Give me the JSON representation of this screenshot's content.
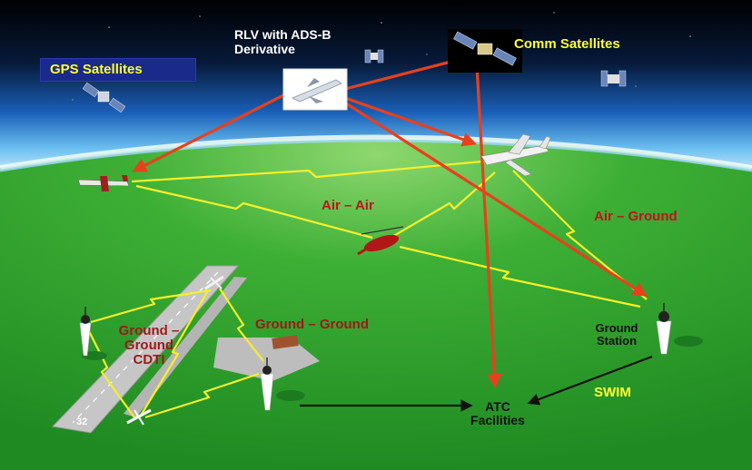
{
  "labels": {
    "gps_satellites": "GPS Satellites",
    "rlv_line1": "RLV with ADS-B",
    "rlv_line2": "Derivative",
    "comm_satellites": "Comm Satellites",
    "air_air": "Air – Air",
    "air_ground": "Air – Ground",
    "ground_ground_cdti_l1": "Ground –",
    "ground_ground_cdti_l2": "Ground",
    "ground_ground_cdti_l3": "CDTI",
    "ground_ground": "Ground – Ground",
    "ground_station_l1": "Ground",
    "ground_station_l2": "Station",
    "swim": "SWIM",
    "atc_l1": "ATC",
    "atc_l2": "Facilities",
    "runway_number": "32"
  },
  "colors": {
    "space_dark": "#000000",
    "space_blue": "#1565c0",
    "earth_green": "#2fa12a",
    "datalink_red": "#e8401c",
    "comm_yellow": "#f5f02a",
    "label_red": "#c0141c"
  }
}
